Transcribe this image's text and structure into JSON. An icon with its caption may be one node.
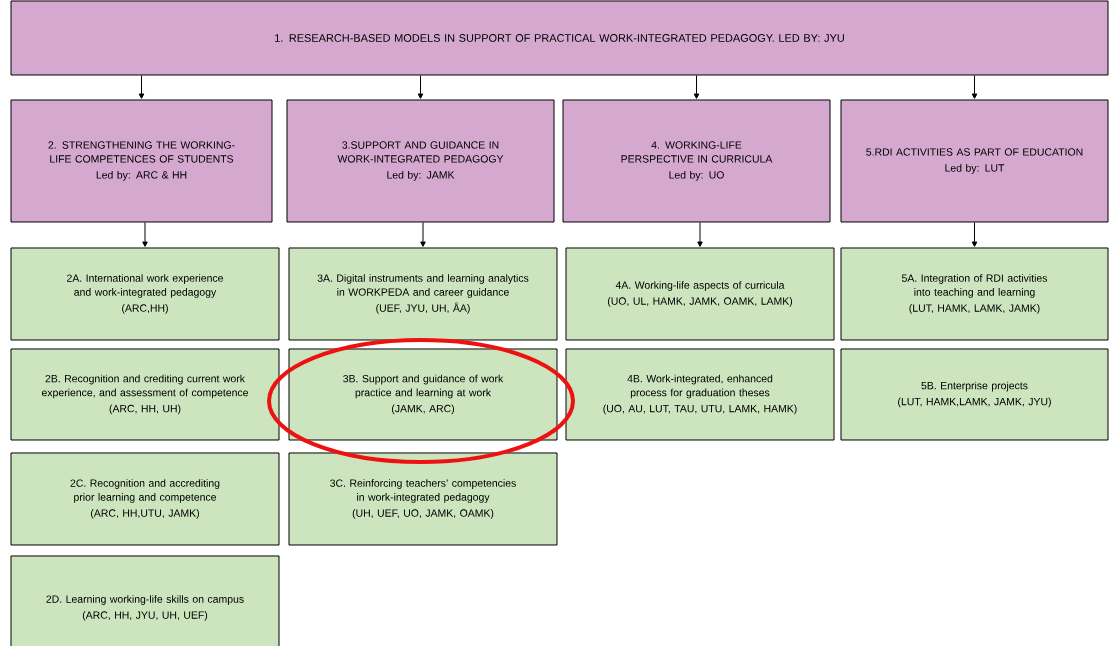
{
  "diagram": {
    "nodes": [
      {
        "text": [
          "1. RESEARCH-BASED MODELS IN SUPPORT OF PRACTICAL WORK-INTEGRATED PEDAGOGY. LED BY: JYU"
        ]
      },
      {
        "text": [
          "2. STRENGTHENING THE WORKING-LIFE COMPETENCES OF STUDENTS",
          "Led by: ARC & HH"
        ]
      },
      {
        "text": [
          "3.SUPPORT AND GUIDANCE IN WORK-INTEGRATED PEDAGOGY",
          "Led by: JAMK"
        ]
      },
      {
        "text": [
          "4. WORKING-LIFE PERSPECTIVE IN CURRICULA",
          "Led by: UO"
        ]
      },
      {
        "text": [
          "5.RDI ACTIVITIES AS PART OF EDUCATION",
          "Led by: LUT"
        ]
      },
      {
        "text": [
          "2A. International work experience and work-integrated pedagogy",
          "(ARC,HH)"
        ]
      },
      {
        "text": [
          "3A. Digital instruments and learning analytics in WORKPEDA and career guidance",
          "(UEF, JYU, UH, ÅA)"
        ]
      },
      {
        "text": [
          "4A. Working-life aspects of curricula",
          "(UO, UL, HAMK, JAMK, OAMK, LAMK)"
        ]
      },
      {
        "text": [
          "5A. Integration of RDI activities into teaching and learning",
          "(LUT, HAMK, LAMK, JAMK)"
        ]
      },
      {
        "text": [
          "2B. Recognition and crediting current work experience, and assessment of competence",
          "(ARC, HH, UH)"
        ]
      },
      {
        "text": [
          "3B. Support and guidance of work practice and learning at work",
          "(JAMK, ARC)"
        ]
      },
      {
        "text": [
          "4B. Work-integrated, enhanced process for graduation theses",
          "(UO, AU, LUT, TAU, UTU, LAMK, HAMK)"
        ]
      },
      {
        "text": [
          "5B. Enterprise projects",
          "(LUT, HAMK,LAMK, JAMK, JYU)"
        ]
      },
      {
        "text": [
          "2C. Recognition and accrediting prior learning and competence",
          "(ARC, HH,UTU, JAMK)"
        ]
      },
      {
        "text": [
          "3C. Reinforcing teachers’ competencies in work-integrated pedagogy",
          "(UH, UEF, UO, JAMK, OAMK)"
        ]
      },
      {
        "text": [
          "2D. Learning working-life skills on campus",
          "(ARC, HH, JYU, UH, UEF)"
        ]
      }
    ],
    "edges": [
      {
        "from": 0,
        "to": 1,
        "arrow": "to"
      },
      {
        "from": 0,
        "to": 2,
        "arrow": "to"
      },
      {
        "from": 0,
        "to": 3,
        "arrow": "to"
      },
      {
        "from": 0,
        "to": 4,
        "arrow": "to"
      },
      {
        "from": 1,
        "to": 5,
        "arrow": "to"
      },
      {
        "from": 2,
        "to": 6,
        "arrow": "to"
      },
      {
        "from": 3,
        "to": 7,
        "arrow": "to"
      },
      {
        "from": 4,
        "to": 8,
        "arrow": "to"
      }
    ]
  }
}
